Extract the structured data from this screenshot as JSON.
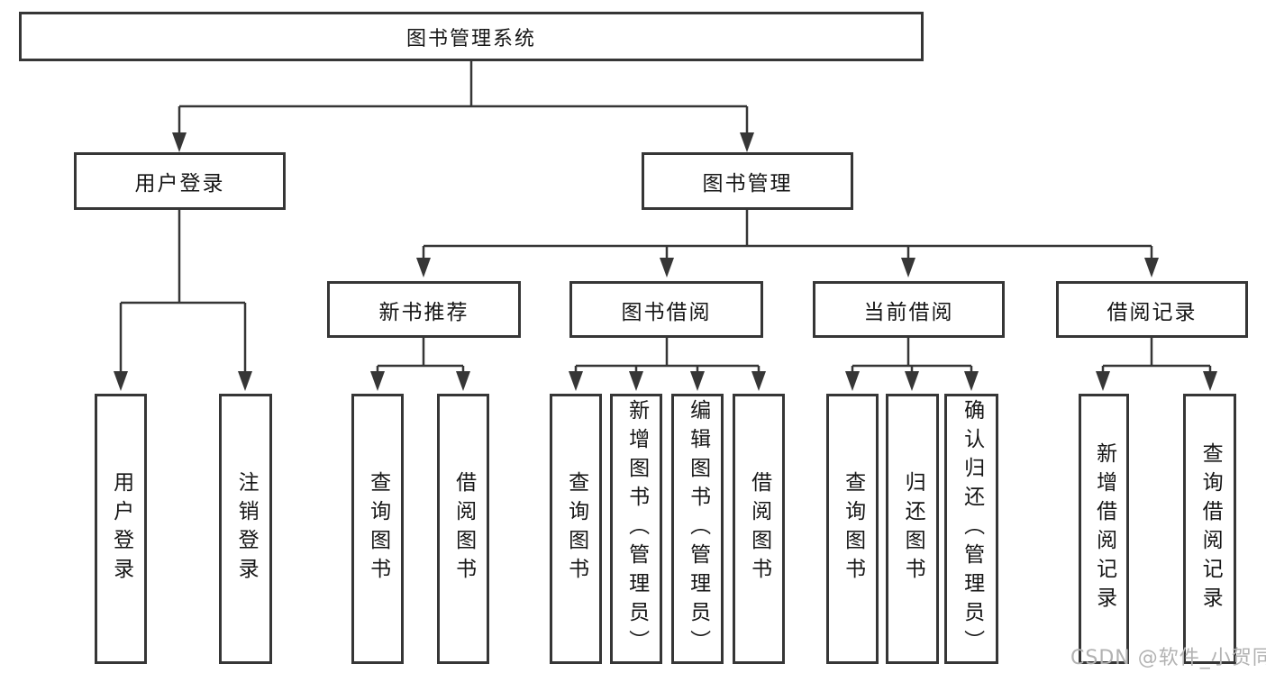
{
  "diagram": {
    "type": "hierarchy-tree",
    "colors": {
      "line": "#363636",
      "box_border": "#363636",
      "text": "#161616",
      "background": "#ffffff",
      "watermark": "#b2b2b2"
    },
    "nodes": {
      "root": {
        "label": "图书管理系统"
      },
      "branches": [
        {
          "label": "用户登录",
          "parent": "图书管理系统"
        },
        {
          "label": "图书管理",
          "parent": "图书管理系统"
        }
      ],
      "modules": [
        {
          "label": "新书推荐",
          "parent": "图书管理"
        },
        {
          "label": "图书借阅",
          "parent": "图书管理"
        },
        {
          "label": "当前借阅",
          "parent": "图书管理"
        },
        {
          "label": "借阅记录",
          "parent": "图书管理"
        }
      ],
      "leaves": [
        {
          "label": "用户登录",
          "parent": "用户登录"
        },
        {
          "label": "注销登录",
          "parent": "用户登录"
        },
        {
          "label": "查询图书",
          "parent": "新书推荐"
        },
        {
          "label": "借阅图书",
          "parent": "新书推荐"
        },
        {
          "label": "查询图书",
          "parent": "图书借阅"
        },
        {
          "label": "新增图书（管理员）",
          "parent": "图书借阅"
        },
        {
          "label": "编辑图书（管理员）",
          "parent": "图书借阅"
        },
        {
          "label": "借阅图书",
          "parent": "图书借阅"
        },
        {
          "label": "查询图书",
          "parent": "当前借阅"
        },
        {
          "label": "归还图书",
          "parent": "当前借阅"
        },
        {
          "label": "确认归还（管理员）",
          "parent": "当前借阅"
        },
        {
          "label": "新增借阅记录",
          "parent": "借阅记录"
        },
        {
          "label": "查询借阅记录",
          "parent": "借阅记录"
        }
      ]
    },
    "watermark": {
      "text": "CSDN @软件_小贺同学"
    }
  }
}
